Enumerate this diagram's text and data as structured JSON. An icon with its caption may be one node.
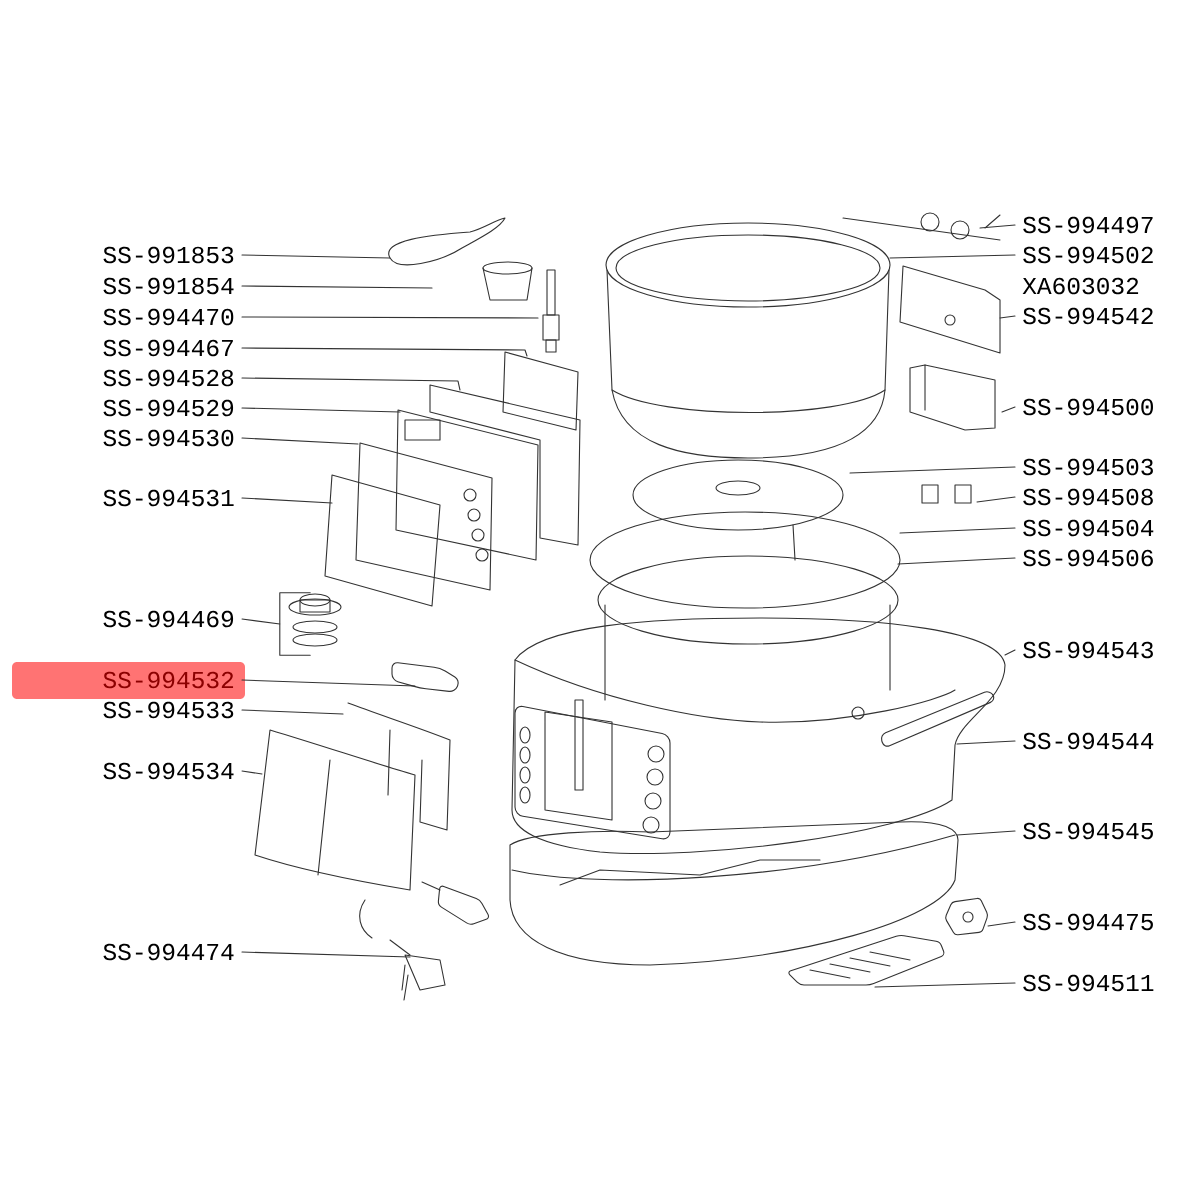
{
  "diagram": {
    "nodes": [
      {
        "text": [
          "SS-991853"
        ]
      },
      {
        "text": [
          "SS-991854"
        ]
      },
      {
        "text": [
          "SS-994470"
        ]
      },
      {
        "text": [
          "SS-994467"
        ]
      },
      {
        "text": [
          "SS-994528"
        ]
      },
      {
        "text": [
          "SS-994529"
        ]
      },
      {
        "text": [
          "SS-994530"
        ]
      },
      {
        "text": [
          "SS-994531"
        ]
      },
      {
        "text": [
          "SS-994469"
        ]
      },
      {
        "text": [
          "SS-994532"
        ]
      },
      {
        "text": [
          "SS-994533"
        ]
      },
      {
        "text": [
          "SS-994534"
        ]
      },
      {
        "text": [
          "SS-994474"
        ]
      },
      {
        "text": [
          "SS-994497"
        ]
      },
      {
        "text": [
          "SS-994502"
        ]
      },
      {
        "text": [
          "SS-994542"
        ]
      },
      {
        "text": [
          "SS-994500"
        ]
      },
      {
        "text": [
          "SS-994503"
        ]
      },
      {
        "text": [
          "SS-994508"
        ]
      },
      {
        "text": [
          "SS-994504"
        ]
      },
      {
        "text": [
          "SS-994506"
        ]
      },
      {
        "text": [
          "SS-994543"
        ]
      },
      {
        "text": [
          "SS-994544"
        ]
      },
      {
        "text": [
          "SS-994545"
        ]
      },
      {
        "text": [
          "SS-994475"
        ]
      },
      {
        "text": [
          "SS-994511"
        ]
      },
      {
        "text": [],
        "shape": "bracket"
      }
    ],
    "edges": [
      {
        "from": 0,
        "to": null,
        "arrow": "none"
      },
      {
        "from": 1,
        "to": null,
        "arrow": "none"
      },
      {
        "from": 2,
        "to": null,
        "arrow": "none"
      },
      {
        "from": 3,
        "to": null,
        "arrow": "none"
      },
      {
        "from": 4,
        "to": null,
        "arrow": "none"
      },
      {
        "from": 5,
        "to": null,
        "arrow": "none"
      },
      {
        "from": 6,
        "to": null,
        "arrow": "none"
      },
      {
        "from": 7,
        "to": null,
        "arrow": "none"
      },
      {
        "from": 8,
        "to": 26,
        "arrow": "none"
      },
      {
        "from": 9,
        "to": null,
        "arrow": "none"
      },
      {
        "from": 10,
        "to": null,
        "arrow": "none"
      },
      {
        "from": 11,
        "to": null,
        "arrow": "none"
      },
      {
        "from": 12,
        "to": null,
        "arrow": "none"
      },
      {
        "from": 13,
        "to": null,
        "arrow": "none"
      },
      {
        "from": 14,
        "to": null,
        "arrow": "none"
      },
      {
        "from": 15,
        "to": null,
        "arrow": "none"
      },
      {
        "from": 16,
        "to": null,
        "arrow": "none"
      },
      {
        "from": 17,
        "to": null,
        "arrow": "none"
      },
      {
        "from": 18,
        "to": null,
        "arrow": "none"
      },
      {
        "from": 19,
        "to": null,
        "arrow": "none"
      },
      {
        "from": 20,
        "to": null,
        "arrow": "none"
      },
      {
        "from": 21,
        "to": null,
        "arrow": "none"
      },
      {
        "from": 22,
        "to": null,
        "arrow": "none"
      },
      {
        "from": 23,
        "to": null,
        "arrow": "none"
      },
      {
        "from": 24,
        "to": null,
        "arrow": "none"
      },
      {
        "from": 25,
        "to": null,
        "arrow": "none"
      }
    ],
    "labels": [
      "XA603032"
    ]
  }
}
